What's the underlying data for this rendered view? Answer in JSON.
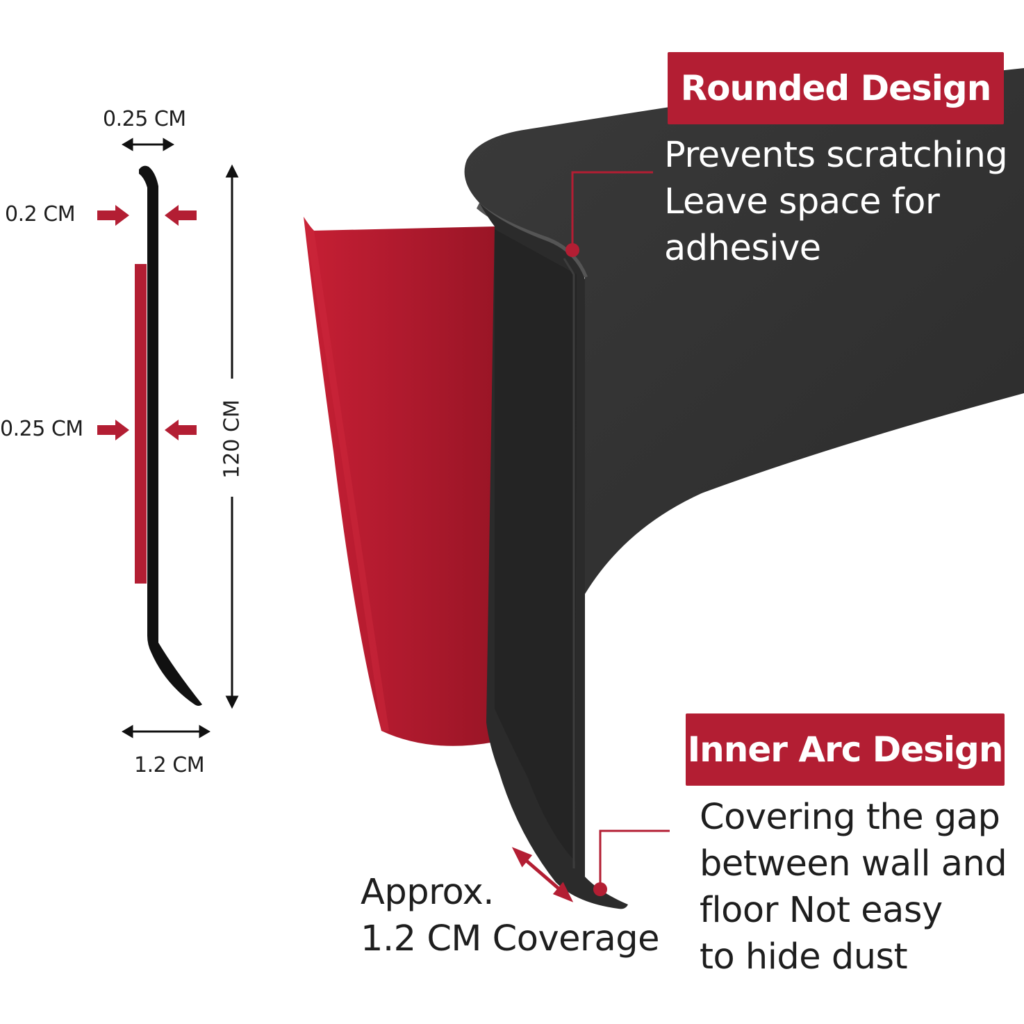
{
  "dimensions": {
    "top_width": "0.25 CM",
    "upper_thickness": "0.2 CM",
    "lower_thickness": "0.25 CM",
    "height": "120 CM",
    "base_width": "1.2 CM"
  },
  "callouts": {
    "rounded": {
      "title": "Rounded Design",
      "lines": [
        "Prevents scratching",
        "Leave space for",
        "adhesive"
      ]
    },
    "inner_arc": {
      "title": "Inner Arc Design",
      "lines": [
        "Covering the gap",
        "between wall and",
        "floor Not easy",
        "to hide dust"
      ]
    },
    "coverage": {
      "lines": [
        "Approx.",
        "1.2 CM Coverage"
      ]
    }
  },
  "colors": {
    "accent_red": "#b31e33",
    "strip_black": "#2b2b2b",
    "text_dark": "#1e1e1e"
  }
}
